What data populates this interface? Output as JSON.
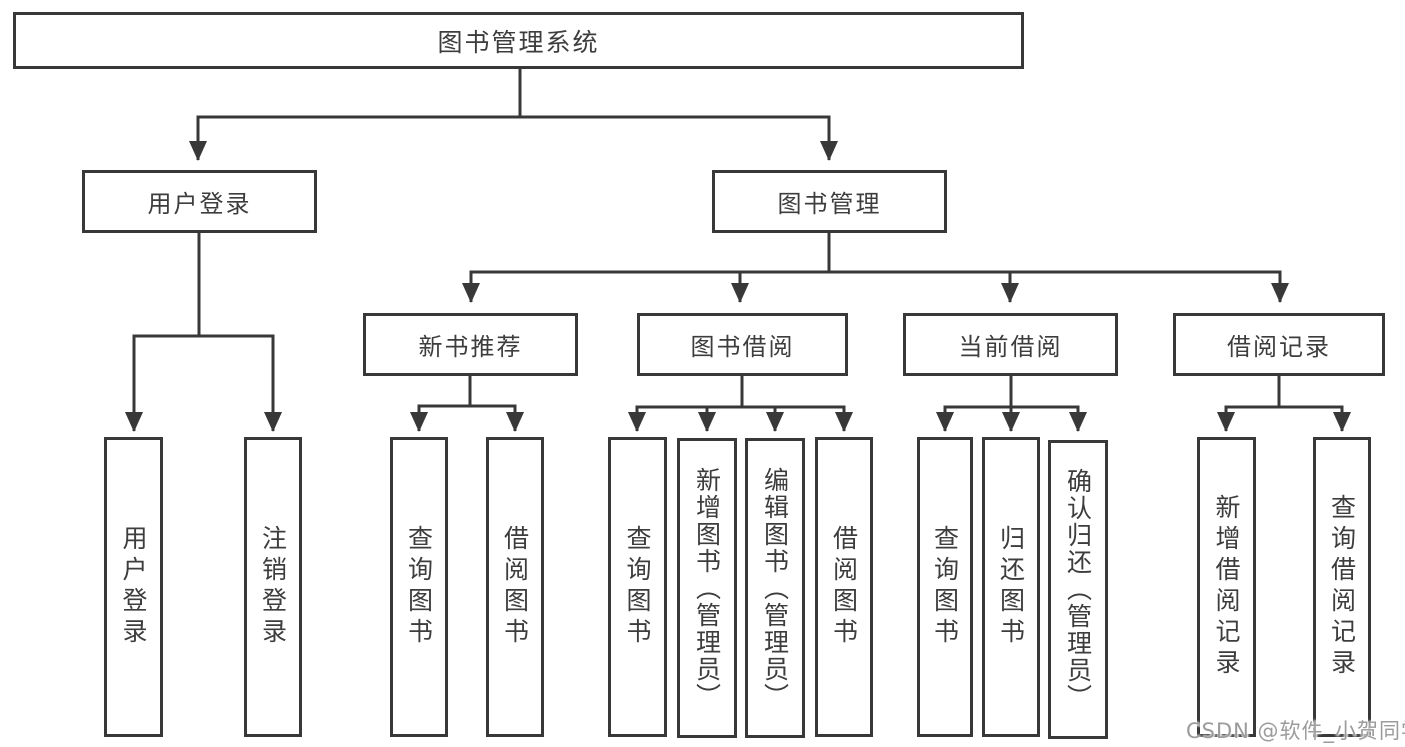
{
  "diagram": {
    "root": {
      "label": "图书管理系统"
    },
    "branches": [
      {
        "label": "用户登录",
        "children": [
          {
            "label": "用户登录"
          },
          {
            "label": "注销登录"
          }
        ]
      },
      {
        "label": "图书管理",
        "children": [
          {
            "label": "新书推荐",
            "children": [
              {
                "label": "查询图书"
              },
              {
                "label": "借阅图书"
              }
            ]
          },
          {
            "label": "图书借阅",
            "children": [
              {
                "label": "查询图书"
              },
              {
                "label": "新增图书（管理员）"
              },
              {
                "label": "编辑图书（管理员）"
              },
              {
                "label": "借阅图书"
              }
            ]
          },
          {
            "label": "当前借阅",
            "children": [
              {
                "label": "查询图书"
              },
              {
                "label": "归还图书"
              },
              {
                "label": "确认归还（管理员）"
              }
            ]
          },
          {
            "label": "借阅记录",
            "children": [
              {
                "label": "新增借阅记录"
              },
              {
                "label": "查询借阅记录"
              }
            ]
          }
        ]
      }
    ],
    "watermark": "CSDN @软件_小贺同学",
    "colors": {
      "line": "#383838",
      "text": "#3d3d3d",
      "background": "#ffffff",
      "watermark": "#9b9b9b"
    }
  }
}
